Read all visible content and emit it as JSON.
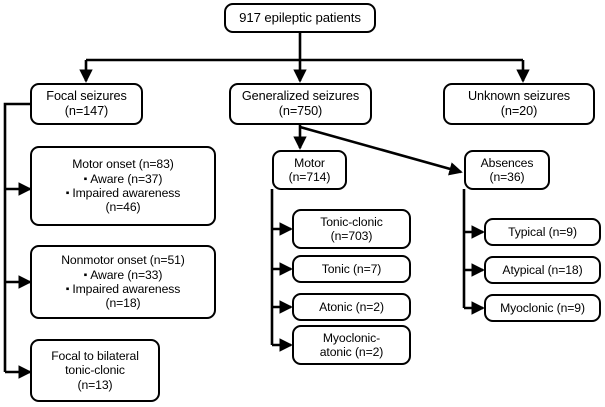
{
  "diagram": {
    "title": "Epileptic seizure classification flowchart",
    "background_color": "#ffffff",
    "line_color": "#000000",
    "nodes": {
      "root": {
        "lines": [
          "917 epileptic patients"
        ]
      },
      "focal": {
        "lines": [
          "Focal seizures",
          "(n=147)"
        ]
      },
      "generalized": {
        "lines": [
          "Generalized seizures",
          "(n=750)"
        ]
      },
      "unknown": {
        "lines": [
          "Unknown seizures",
          "(n=20)"
        ]
      },
      "motor_onset": {
        "lines": [
          "Motor onset (n=83)",
          "Aware (n=37)",
          "Impaired awareness",
          "(n=46)"
        ]
      },
      "nonmotor_onset": {
        "lines": [
          "Nonmotor onset (n=51)",
          "Aware (n=33)",
          "Impaired awareness",
          "(n=18)"
        ]
      },
      "focal_bilateral": {
        "lines": [
          "Focal to bilateral",
          "tonic-clonic",
          "(n=13)"
        ]
      },
      "motor": {
        "lines": [
          "Motor",
          "(n=714)"
        ]
      },
      "tonic_clonic": {
        "lines": [
          "Tonic-clonic",
          "(n=703)"
        ]
      },
      "tonic": {
        "lines": [
          "Tonic (n=7)"
        ]
      },
      "atonic": {
        "lines": [
          "Atonic (n=2)"
        ]
      },
      "myoclonic_atonic": {
        "lines": [
          "Myoclonic-",
          "atonic (n=2)"
        ]
      },
      "absences": {
        "lines": [
          "Absences",
          "(n=36)"
        ]
      },
      "typical": {
        "lines": [
          "Typical (n=9)"
        ]
      },
      "atypical": {
        "lines": [
          "Atypical (n=18)"
        ]
      },
      "myoclonic": {
        "lines": [
          "Myoclonic (n=9)"
        ]
      }
    }
  }
}
